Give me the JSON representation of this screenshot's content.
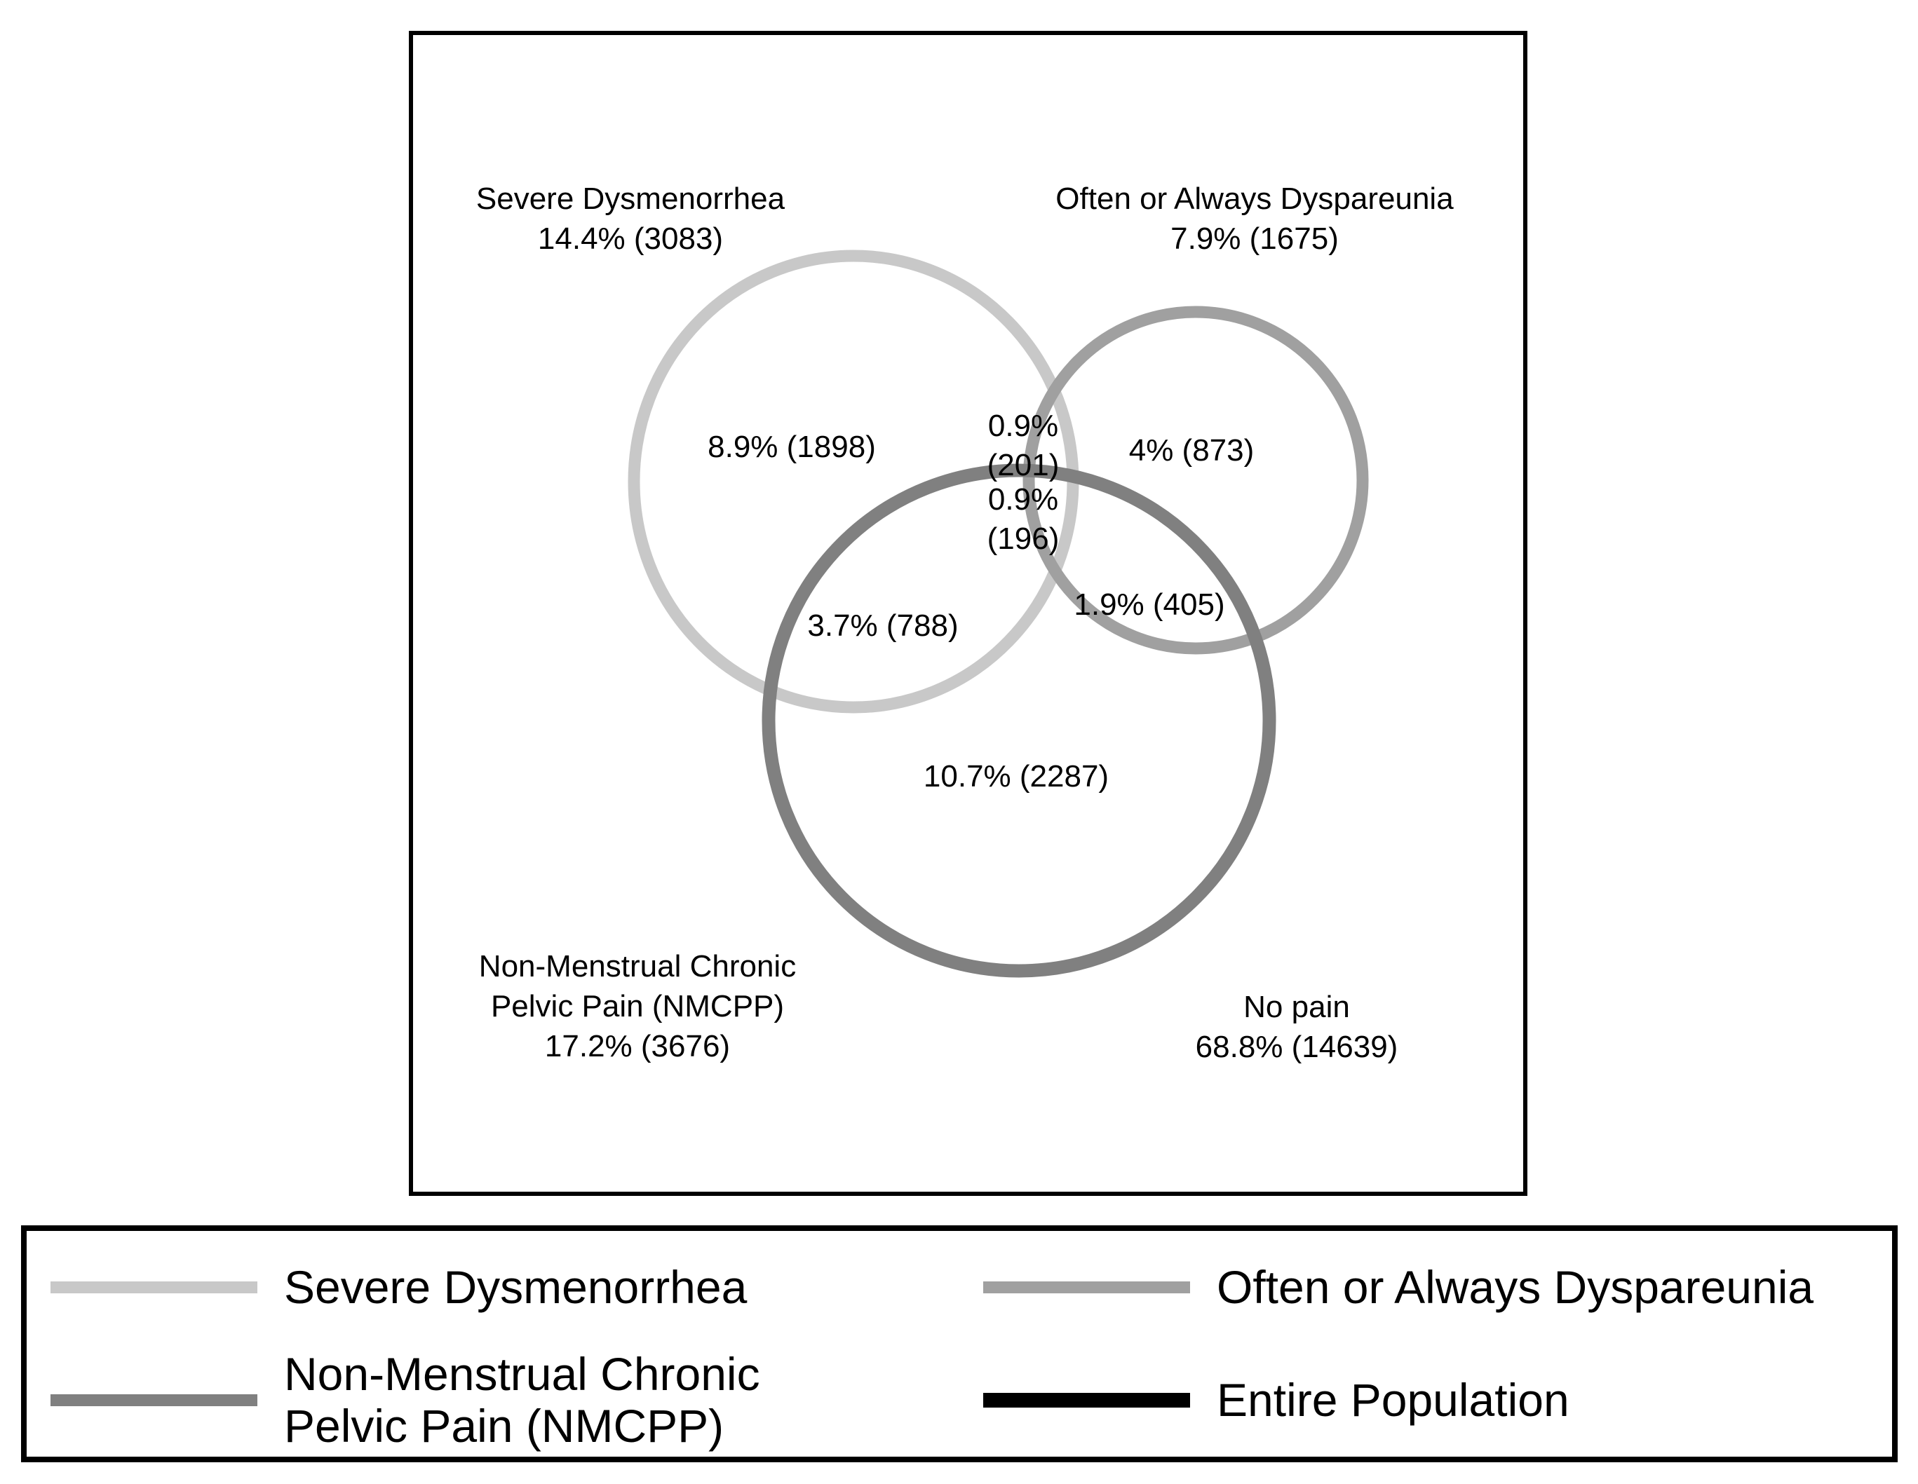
{
  "chart_data": {
    "type": "venn",
    "title": "",
    "total_population_label": "Entire Population",
    "sets": [
      {
        "key": "severe_dysmenorrhea",
        "name": "Severe Dysmenorrhea",
        "percent": "14.4%",
        "count": "3083",
        "color": "#c8c8c8"
      },
      {
        "key": "dyspareunia",
        "name": "Often or Always Dyspareunia",
        "percent": "7.9%",
        "count": "1675",
        "color": "#a0a0a0"
      },
      {
        "key": "nmcpp",
        "name": "Non-Menstrual Chronic Pelvic Pain (NMCPP)",
        "percent": "17.2%",
        "count": "3676",
        "color": "#808080"
      }
    ],
    "regions": [
      {
        "key": "dysmenorrhea_only",
        "sets": [
          "severe_dysmenorrhea"
        ],
        "percent": "8.9%",
        "count": "1898",
        "label": "8.9% (1898)"
      },
      {
        "key": "dyspareunia_only",
        "sets": [
          "dyspareunia"
        ],
        "percent": "4%",
        "count": "873",
        "label": "4% (873)"
      },
      {
        "key": "dysmenorrhea_dyspareunia",
        "sets": [
          "severe_dysmenorrhea",
          "dyspareunia"
        ],
        "percent": "0.9%",
        "count": "201",
        "label": "0.9%\n(201)"
      },
      {
        "key": "all_three",
        "sets": [
          "severe_dysmenorrhea",
          "dyspareunia",
          "nmcpp"
        ],
        "percent": "0.9%",
        "count": "196",
        "label": "0.9%\n(196)"
      },
      {
        "key": "dysmenorrhea_nmcpp",
        "sets": [
          "severe_dysmenorrhea",
          "nmcpp"
        ],
        "percent": "3.7%",
        "count": "788",
        "label": "3.7% (788)"
      },
      {
        "key": "dyspareunia_nmcpp",
        "sets": [
          "dyspareunia",
          "nmcpp"
        ],
        "percent": "1.9%",
        "count": "405",
        "label": "1.9% (405)"
      },
      {
        "key": "nmcpp_only",
        "sets": [
          "nmcpp"
        ],
        "percent": "10.7%",
        "count": "2287",
        "label": "10.7% (2287)"
      },
      {
        "key": "no_pain",
        "sets": [],
        "percent": "68.8%",
        "count": "14639",
        "label": "68.8% (14639)"
      }
    ],
    "legend_position": "bottom",
    "outline_color": "#000000"
  },
  "diagram": {
    "outside_labels": {
      "severe_dysmenorrhea": "Severe Dysmenorrhea\n14.4% (3083)",
      "dyspareunia": "Often or Always Dyspareunia\n7.9% (1675)",
      "nmcpp": "Non-Menstrual Chronic\nPelvic Pain (NMCPP)\n17.2% (3676)",
      "no_pain": "No pain\n68.8% (14639)"
    },
    "region_values": {
      "dysmenorrhea_only": "8.9% (1898)",
      "dyspareunia_only": "4% (873)",
      "dysmenorrhea_dyspareunia": "0.9%\n(201)",
      "all_three": "0.9%\n(196)",
      "dysmenorrhea_nmcpp": "3.7% (788)",
      "dyspareunia_nmcpp": "1.9% (405)",
      "nmcpp_only": "10.7% (2287)"
    }
  },
  "legend": {
    "items": [
      {
        "key": "severe-dysmenorrhea",
        "label": "Severe Dysmenorrhea",
        "color": "#c8c8c8"
      },
      {
        "key": "dyspareunia",
        "label": "Often or Always Dyspareunia",
        "color": "#a0a0a0"
      },
      {
        "key": "nmcpp",
        "label": "Non-Menstrual Chronic\nPelvic Pain (NMCPP)",
        "color": "#808080"
      },
      {
        "key": "entire-population",
        "label": "Entire Population",
        "color": "#000000"
      }
    ]
  },
  "colors": {
    "severe_dysmenorrhea": "#c8c8c8",
    "dyspareunia": "#a0a0a0",
    "nmcpp": "#808080",
    "entire_population": "#000000",
    "background": "#ffffff"
  }
}
